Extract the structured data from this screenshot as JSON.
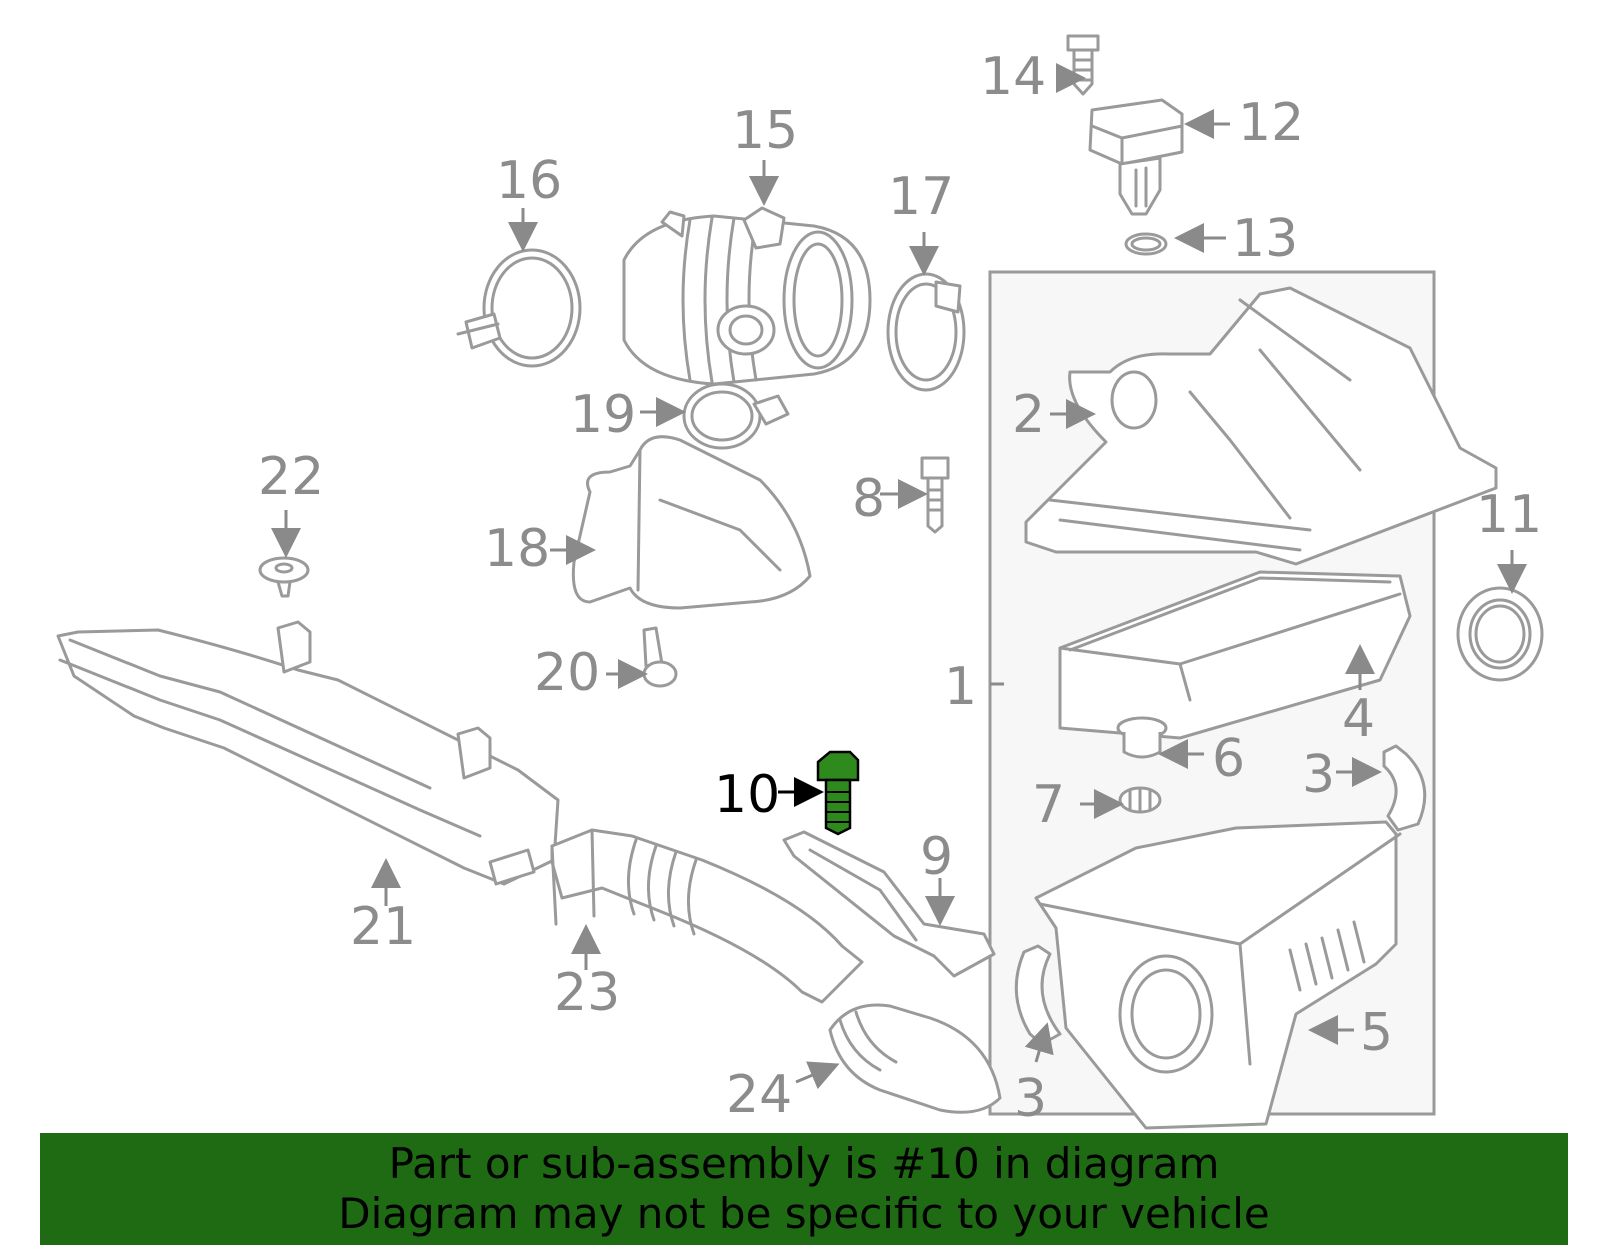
{
  "diagram": {
    "callouts": [
      "1",
      "2",
      "3",
      "3",
      "4",
      "5",
      "6",
      "7",
      "8",
      "9",
      "10",
      "11",
      "12",
      "13",
      "14",
      "15",
      "16",
      "17",
      "18",
      "19",
      "20",
      "21",
      "22",
      "23",
      "24"
    ],
    "highlighted_part": "10",
    "colors": {
      "line": "#9a9a9a",
      "label": "#8c8c8c",
      "highlight": "#1e6b14",
      "highlight_label": "#000000",
      "box_fill": "#f7f7f7"
    }
  },
  "banner": {
    "line1": "Part or sub-assembly is #10 in diagram",
    "line2": "Diagram may not be specific to your vehicle",
    "background": "#1e6b14"
  }
}
